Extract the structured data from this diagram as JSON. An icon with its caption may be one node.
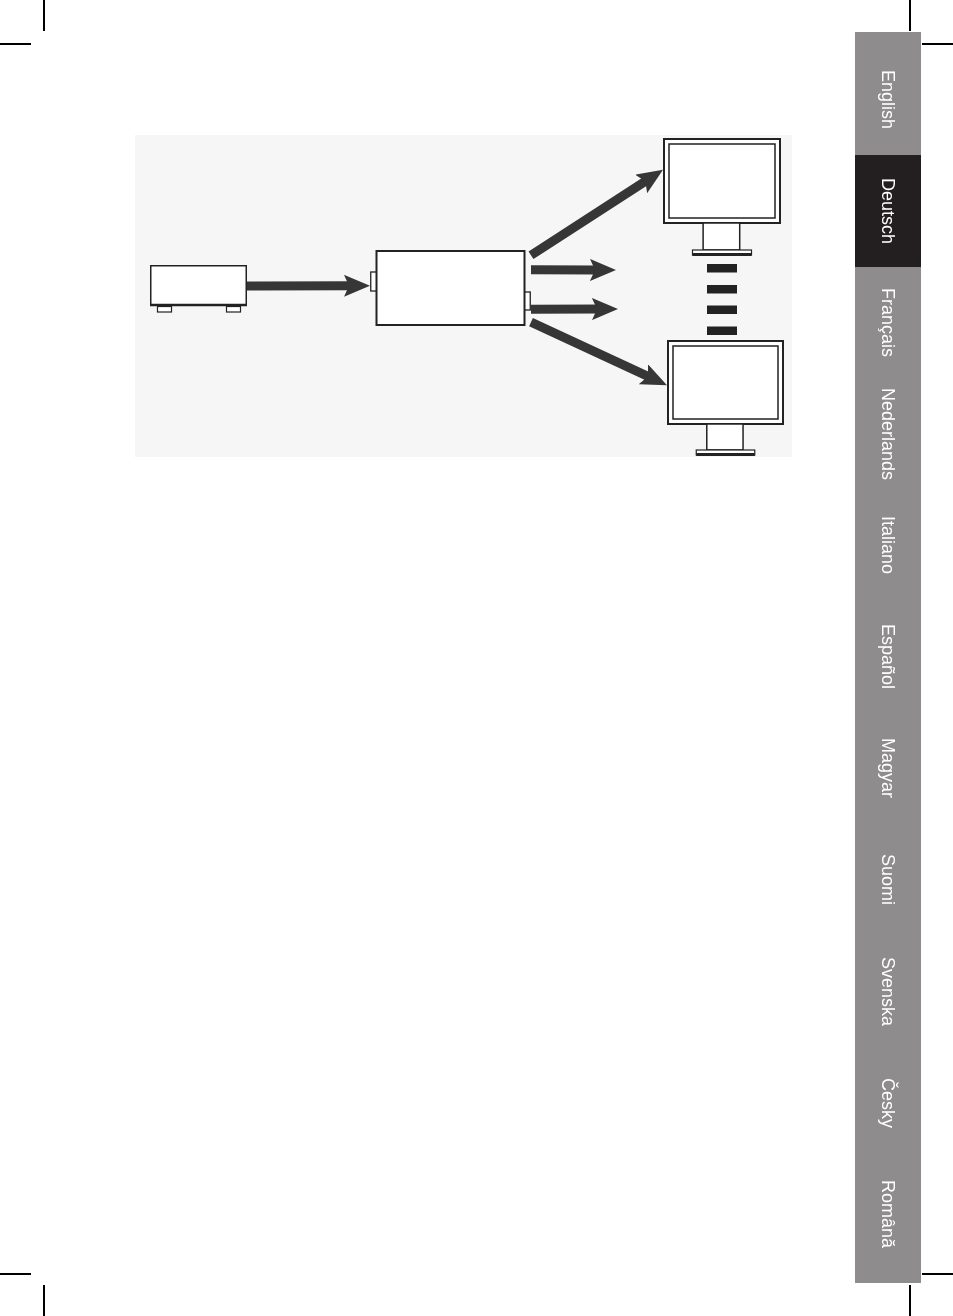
{
  "diagram": {
    "nodes": [
      {
        "text": [],
        "shape": "box"
      },
      {
        "text": [],
        "shape": "box"
      },
      {
        "text": [],
        "shape": "picture"
      },
      {
        "text": [],
        "shape": "picture"
      }
    ],
    "edges": [
      {
        "from": 0,
        "to": 1,
        "arrow": "to"
      },
      {
        "from": 1,
        "to": 2,
        "arrow": "to"
      },
      {
        "from": 1,
        "to": null,
        "arrow": "to"
      },
      {
        "from": 1,
        "to": null,
        "arrow": "to"
      },
      {
        "from": 1,
        "to": 3,
        "arrow": "to"
      }
    ],
    "labels": [
      "English",
      "Deutsch",
      "Français",
      "Nederlands",
      "Italiano",
      "Español",
      "Magyar",
      "Suomi",
      "Svenska",
      "Česky",
      "Română"
    ]
  }
}
